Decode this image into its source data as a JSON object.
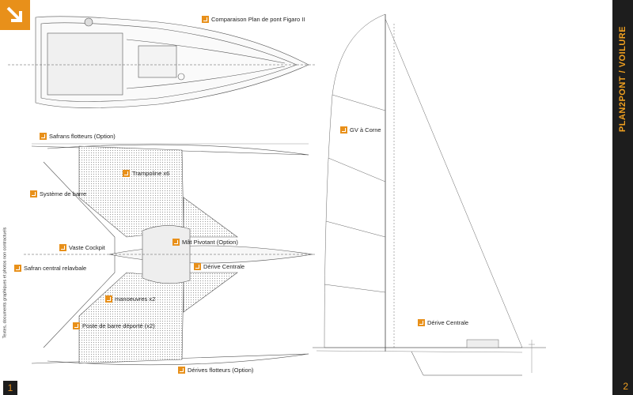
{
  "labels": {
    "deck_compare": "Comparaison Plan de pont Figaro II",
    "rudders_float": "Safrans flotteurs (Option)",
    "trampoline": "Trampoline x6",
    "steering": "Système de barre",
    "cockpit": "Vaste Cockpit",
    "mast": "Mât Pivotant (Option)",
    "centre_board": "Dérive Centrale",
    "rudder_central": "Safran central relavbale",
    "winches": "manoeuvres x2",
    "helm_remote": "Poste de barre déporté (x2)",
    "float_boards": "Dérives flotteurs (Option)",
    "mainsail": "GV à Corne",
    "centre_board_right": "Dérive Centrale"
  },
  "side_title": "PLAN2PONT / VOILURE",
  "disclaimer": "Textes, documents graphiques et photos non contractuels",
  "page_left": "1",
  "page_right": "2",
  "colors": {
    "accent": "#e8901a",
    "dark": "#1d1d1d"
  }
}
